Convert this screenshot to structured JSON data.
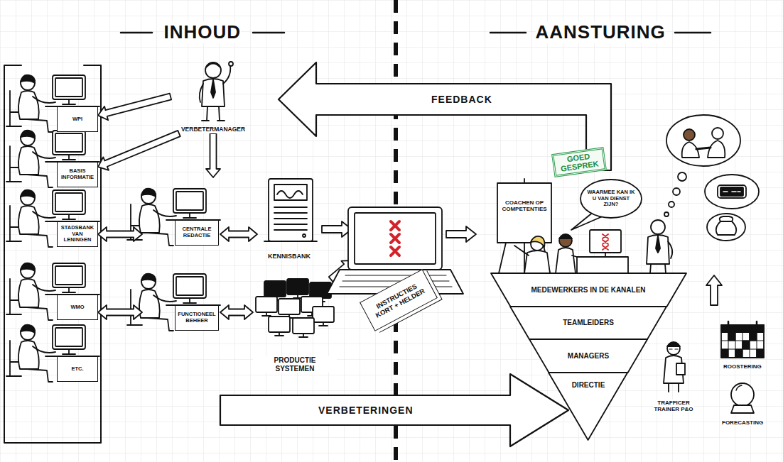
{
  "diagram": {
    "nodes": [
      {
        "text": [
          "WPI"
        ]
      },
      {
        "text": [
          "BASIS INFORMATIE"
        ]
      },
      {
        "text": [
          "STADSBANK VAN LENINGEN"
        ]
      },
      {
        "text": [
          "WMO"
        ]
      },
      {
        "text": [
          "ETC."
        ]
      },
      {
        "text": [
          "VERBETERMANAGER"
        ]
      },
      {
        "text": [
          "CENTRALE REDACTIE"
        ]
      },
      {
        "text": [
          "FUNCTIONEEL BEHEER"
        ]
      },
      {
        "text": [
          "KENNISBANK"
        ]
      },
      {
        "text": [
          "PRODUCTIE SYSTEMEN"
        ]
      },
      {
        "text": [
          "INSTRUCTIES KORT + HELDER"
        ]
      },
      {
        "text": [
          "MEDEWERKERS IN DE KANALEN"
        ]
      },
      {
        "text": [
          "TEAMLEIDERS"
        ]
      },
      {
        "text": [
          "MANAGERS"
        ]
      },
      {
        "text": [
          "DIRECTIE"
        ]
      }
    ],
    "edges": [
      {
        "from": 5,
        "to": 0,
        "arrow": "to"
      },
      {
        "from": 5,
        "to": 1,
        "arrow": "to"
      },
      {
        "from": 5,
        "to": 6,
        "arrow": "to"
      },
      {
        "from": 2,
        "to": 6,
        "arrow": "both"
      },
      {
        "from": 3,
        "to": 7,
        "arrow": "both"
      },
      {
        "from": 6,
        "to": 8,
        "arrow": "both"
      },
      {
        "from": 7,
        "to": 9,
        "arrow": "both"
      }
    ],
    "labels": [
      "INHOUD",
      "AANSTURING",
      "FEEDBACK",
      "VERBETERINGEN",
      "COACHEN OP COMPETENTIES",
      "GOED GESPREK",
      "WAARMEE KAN IK U VAN DIENST ZIJN?",
      "TRAFFICER TRAINER P&O",
      "ROOSTERING",
      "FORECASTING"
    ]
  }
}
